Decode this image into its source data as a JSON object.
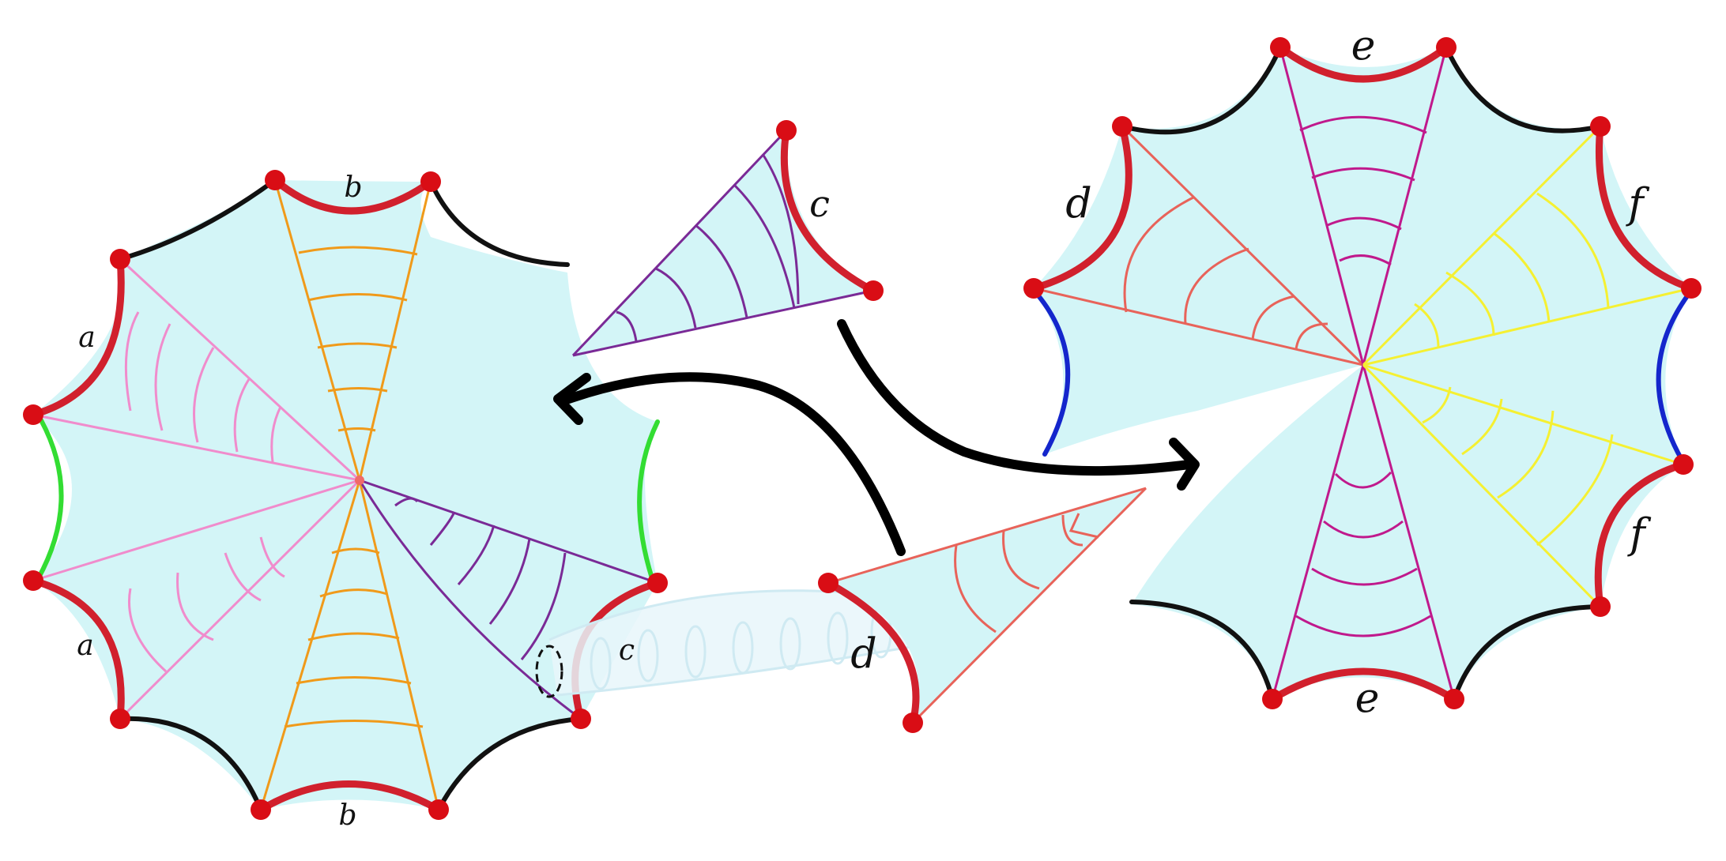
{
  "labels": {
    "left_top_b": "b",
    "left_bottom_b": "b",
    "left_upper_a": "a",
    "left_lower_a": "a",
    "left_c": "c",
    "tri_c": "c",
    "tri_d": "d",
    "right_d": "d",
    "right_top_e": "e",
    "right_bottom_e": "e",
    "right_upper_f": "f",
    "right_lower_f": "f"
  },
  "colors": {
    "fill": "#d3f5f7",
    "vertex": "#d90d15",
    "edge_red": "#d1202d",
    "edge_black": "#111111",
    "edge_green": "#33dd33",
    "edge_blue": "#1426cc",
    "pink": "#f08ccc",
    "orange": "#f09a1a",
    "purple": "#7a2a96",
    "salmon": "#e8635a",
    "yellow": "#f5f032",
    "magenta": "#c0198c",
    "arrow": "#000000",
    "tube": "#cfeaf2"
  },
  "icons": {
    "arrow_to_left": "curved-arrow-icon",
    "arrow_to_right": "curved-arrow-icon"
  }
}
